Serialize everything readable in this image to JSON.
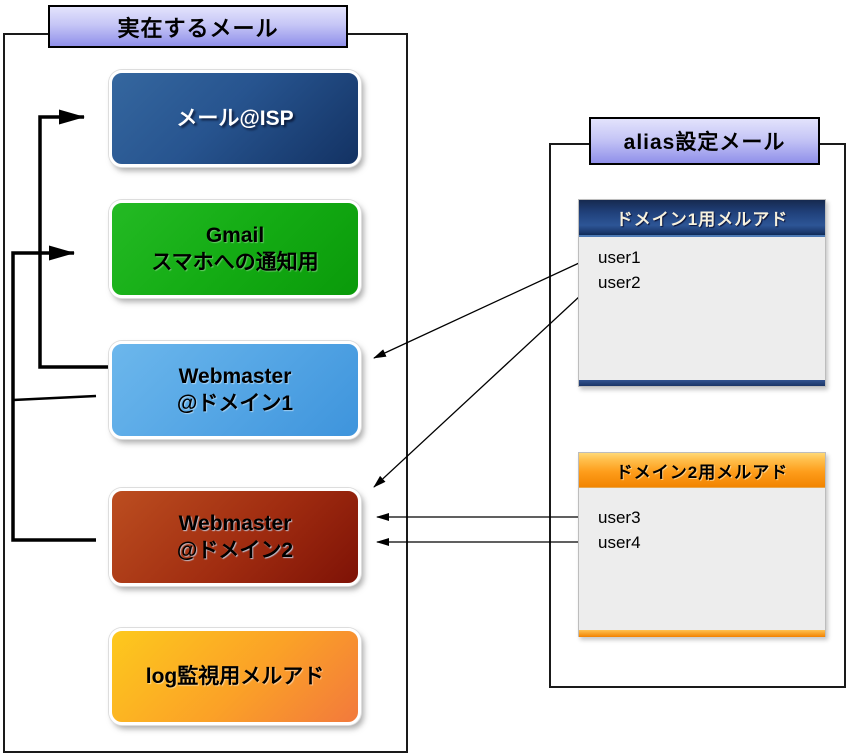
{
  "diagram": {
    "description": "Mail forwarding diagram: alias addresses forwarded to real mailboxes"
  },
  "left_panel": {
    "title": "実在するメール",
    "boxes": {
      "mail_isp": {
        "label": "メール@ISP"
      },
      "gmail": {
        "label": "Gmail\nスマホへの通知用"
      },
      "webmaster_domain1": {
        "label": "Webmaster\n@ドメイン1"
      },
      "webmaster_domain2": {
        "label": "Webmaster\n@ドメイン2"
      },
      "log_monitor": {
        "label": "log監視用メルアド"
      }
    }
  },
  "right_panel": {
    "title": "alias設定メール",
    "domain1": {
      "header": "ドメイン1用メルアド",
      "users": [
        "user1",
        "user2"
      ]
    },
    "domain2": {
      "header": "ドメイン2用メルアド",
      "users": [
        "user3",
        "user4"
      ]
    }
  },
  "edges": [
    {
      "from": "webmaster_domain1",
      "to": "mail_isp",
      "style": "thick-arrow"
    },
    {
      "from": "webmaster_domain1",
      "to": "gmail",
      "style": "thick-arrow"
    },
    {
      "from": "webmaster_domain2",
      "to": "gmail",
      "style": "thick-arrow"
    },
    {
      "from": "user1",
      "to": "webmaster_domain1",
      "style": "thin-arrow"
    },
    {
      "from": "user2",
      "to": "webmaster_domain2",
      "style": "thin-arrow"
    },
    {
      "from": "user3",
      "to": "webmaster_domain2",
      "style": "thin-arrow"
    },
    {
      "from": "user4",
      "to": "webmaster_domain2",
      "style": "thin-arrow"
    }
  ],
  "colors": {
    "title_gradient_top": "#e3e3fc",
    "title_gradient_bottom": "#9090ea",
    "mail_isp_box": "#1d4680",
    "gmail_box": "#12a812",
    "webmaster_domain1_box": "#4fa3e3",
    "webmaster_domain2_box": "#9c2a10",
    "log_monitor_box": "#f89d2a",
    "domain1_header": "#24457f",
    "domain2_header": "#f79310",
    "group_body": "#ededed",
    "connector": "#000000"
  }
}
